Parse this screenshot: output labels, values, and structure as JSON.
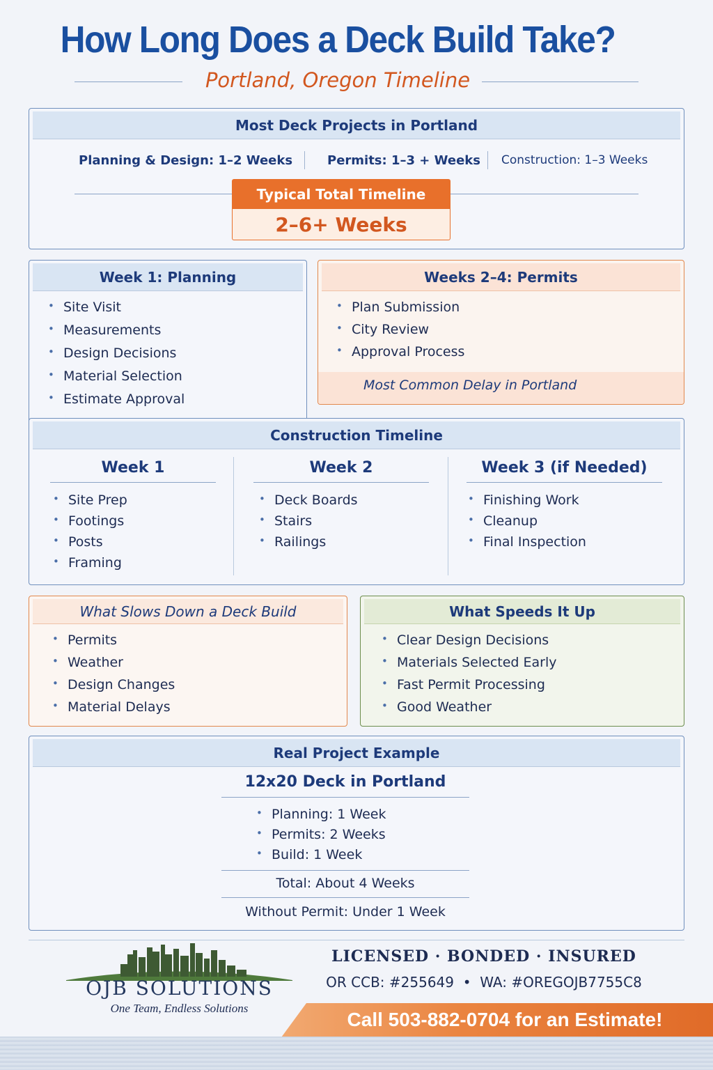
{
  "header": {
    "title": "How Long Does a Deck Build Take?",
    "subtitle": "Portland, Oregon Timeline"
  },
  "summary": {
    "heading": "Most Deck Projects in Portland",
    "planning": "Planning & Design: 1–2 Weeks",
    "permits": "Permits: 1–3 + Weeks",
    "construction": "Construction: 1–3 Weeks",
    "total_label": "Typical Total Timeline",
    "total_value": "2–6+ Weeks"
  },
  "planning": {
    "heading": "Week 1: Planning",
    "items": [
      "Site Visit",
      "Measurements",
      "Design Decisions",
      "Material Selection",
      "Estimate Approval"
    ]
  },
  "permits": {
    "heading": "Weeks 2–4: Permits",
    "items": [
      "Plan Submission",
      "City Review",
      "Approval Process"
    ],
    "note": "Most Common Delay in Portland"
  },
  "construction": {
    "heading": "Construction Timeline",
    "weeks": [
      {
        "title": "Week 1",
        "items": [
          "Site Prep",
          "Footings",
          "Posts",
          "Framing"
        ]
      },
      {
        "title": "Week 2",
        "items": [
          "Deck Boards",
          "Stairs",
          "Railings"
        ]
      },
      {
        "title": "Week 3 (if Needed)",
        "items": [
          "Finishing Work",
          "Cleanup",
          "Final Inspection"
        ]
      }
    ]
  },
  "slows": {
    "heading": "What Slows Down a Deck Build",
    "items": [
      "Permits",
      "Weather",
      "Design Changes",
      "Material Delays"
    ]
  },
  "speeds": {
    "heading": "What Speeds It Up",
    "items": [
      "Clear Design Decisions",
      "Materials Selected Early",
      "Fast Permit Processing",
      "Good Weather"
    ]
  },
  "example": {
    "heading": "Real Project Example",
    "project": "12x20 Deck in Portland",
    "items": [
      "Planning: 1 Week",
      "Permits: 2 Weeks",
      "Build: 1 Week"
    ],
    "total": "Total: About 4 Weeks",
    "without_permit": "Without Permit: Under 1 Week"
  },
  "footer": {
    "company": "OJB SOLUTIONS",
    "tagline": "One Team, Endless Solutions",
    "credentials": "LICENSED · BONDED · INSURED",
    "licenses": "OR CCB: #255649  •  WA: #OREGOJB7755C8",
    "cta": "Call 503-882-0704 for an Estimate!"
  },
  "colors": {
    "title_blue": "#1a4fa0",
    "accent_orange": "#e8702b",
    "accent_green": "#6c8d4c",
    "panel_blue": "#d9e5f3"
  }
}
